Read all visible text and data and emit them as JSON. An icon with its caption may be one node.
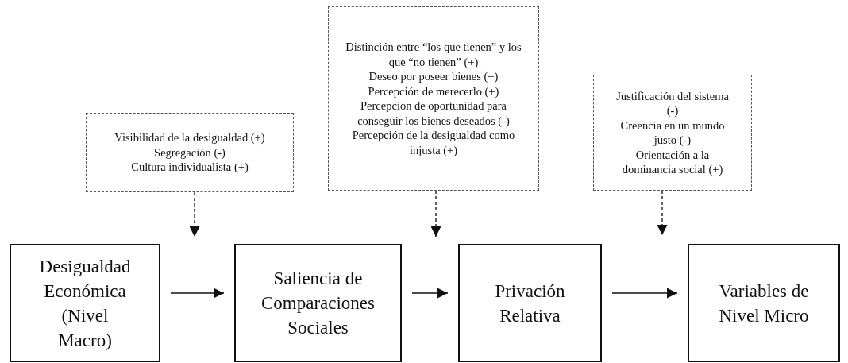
{
  "diagram": {
    "nodes": [
      {
        "text": [
          "Visibilidad de la desigualdad (+)",
          "Segregación (-)",
          "Cultura individualista (+)"
        ]
      },
      {
        "text": [
          "Distinción entre “los que tienen” y los que “no tienen” (+)",
          "Deseo por poseer bienes (+)",
          "Percepción de merecerlo (+)",
          "Percepción de oportunidad para conseguir los bienes deseados (-)",
          "Percepción de la desigualdad como injusta (+)"
        ]
      },
      {
        "text": [
          "Justificación del sistema (-)",
          "Creencia en un mundo justo (-)",
          "Orientación a la dominancia social (+)"
        ]
      },
      {
        "text": [
          "Desigualdad Económica (Nivel Macro)"
        ]
      },
      {
        "text": [
          "Saliencia de Comparaciones Sociales"
        ]
      },
      {
        "text": [
          "Privación Relativa"
        ]
      },
      {
        "text": [
          "Variables de Nivel Micro"
        ]
      }
    ],
    "edges": [
      {
        "from": 0,
        "to": null,
        "arrow": "to",
        "style": "dashed"
      },
      {
        "from": 1,
        "to": null,
        "arrow": "to",
        "style": "dashed"
      },
      {
        "from": 2,
        "to": null,
        "arrow": "to",
        "style": "dashed"
      },
      {
        "from": 3,
        "to": 4,
        "arrow": "to"
      },
      {
        "from": 4,
        "to": 5,
        "arrow": "to"
      },
      {
        "from": 5,
        "to": 6,
        "arrow": "to"
      }
    ]
  }
}
